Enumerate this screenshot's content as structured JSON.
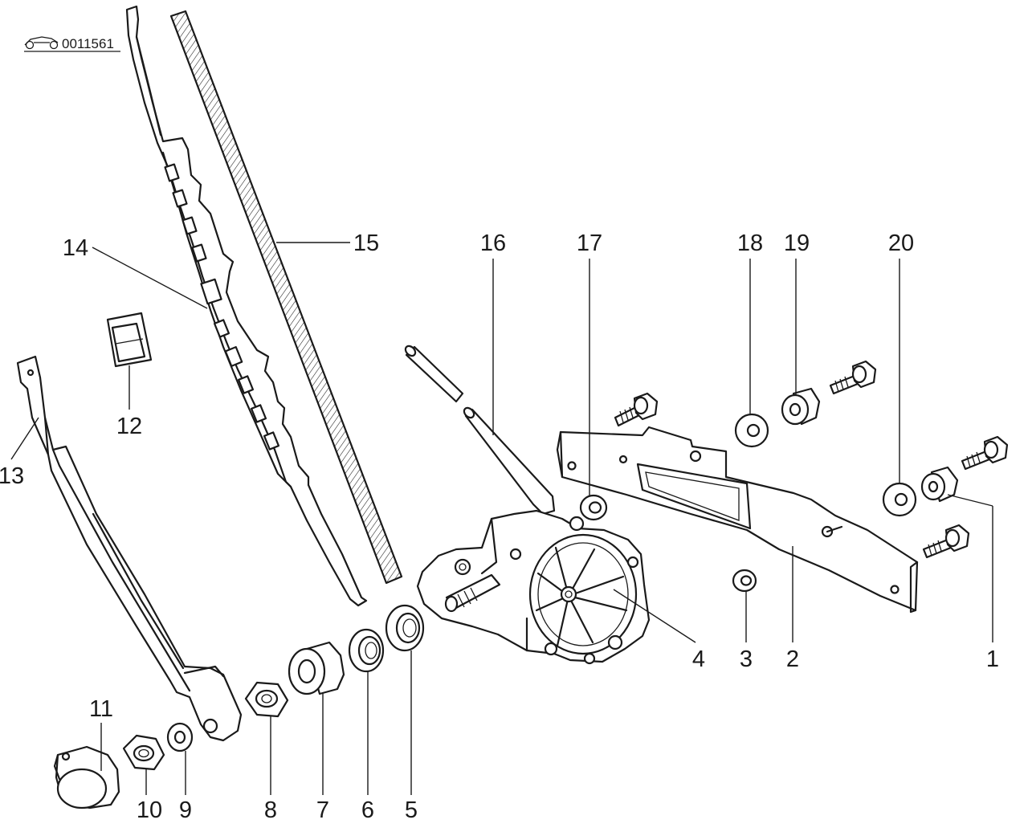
{
  "figure": {
    "code": "0011561",
    "callouts": [
      "1",
      "2",
      "3",
      "4",
      "5",
      "6",
      "7",
      "8",
      "9",
      "10",
      "11",
      "12",
      "13",
      "14",
      "15",
      "16",
      "17",
      "18",
      "19",
      "20"
    ]
  },
  "colors": {
    "ink": "#1a1a1a",
    "background": "#ffffff"
  }
}
